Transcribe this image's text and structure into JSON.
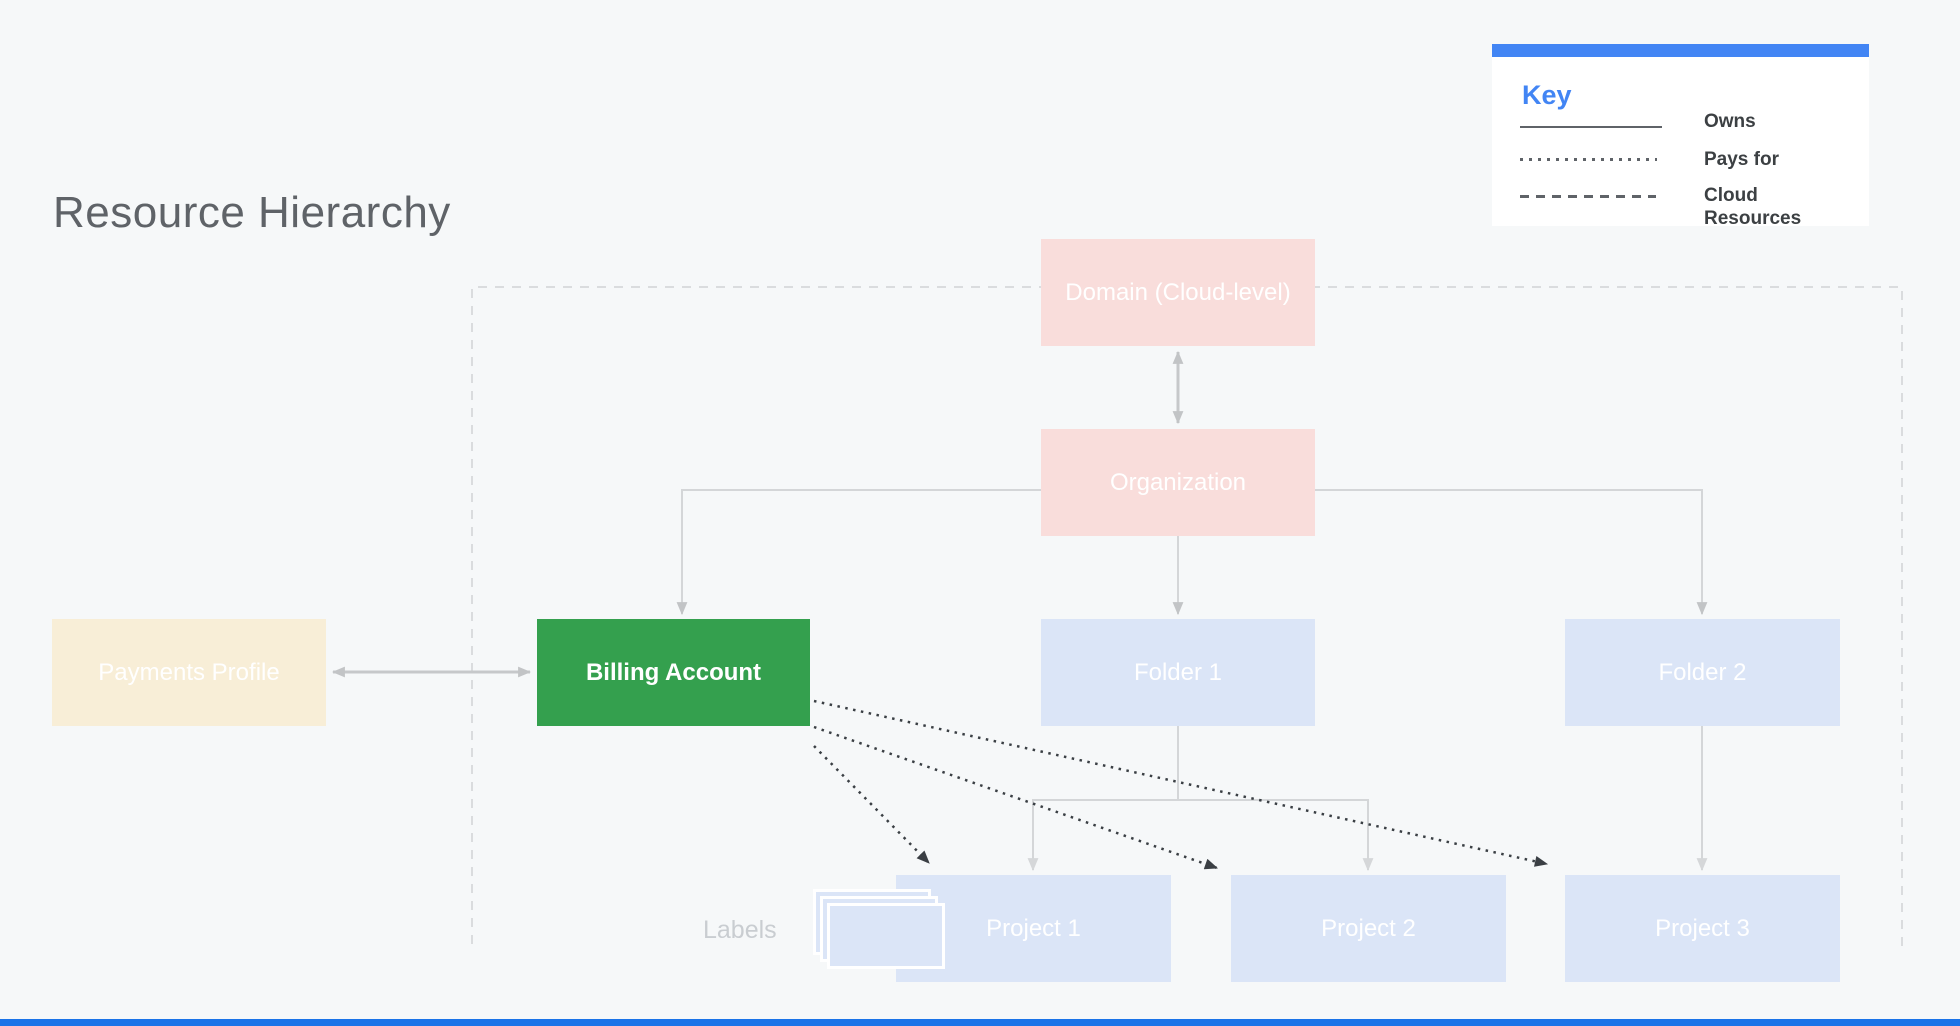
{
  "page": {
    "background_color": "#f6f8f9",
    "bottom_bar_color": "#1a73e8"
  },
  "title": "Resource Hierarchy",
  "key": {
    "heading": "Key",
    "accent_color": "#4285f4",
    "items": [
      {
        "line_style": "solid",
        "label": "Owns"
      },
      {
        "line_style": "dotted",
        "label": "Pays for"
      },
      {
        "line_style": "dashed",
        "label": "Cloud Resources"
      }
    ]
  },
  "nodes": {
    "domain": {
      "label": "Domain (Cloud-level)",
      "color": "#f9dddb",
      "text_color": "#ffffff"
    },
    "organization": {
      "label": "Organization",
      "color": "#f9dddb",
      "text_color": "#ffffff"
    },
    "payments_profile": {
      "label": "Payments Profile",
      "color": "#f8eed7",
      "text_color": "#ffffff"
    },
    "billing_account": {
      "label": "Billing Account",
      "color": "#34a04e",
      "text_color": "#ffffff"
    },
    "folder1": {
      "label": "Folder 1",
      "color": "#dbe5f7",
      "text_color": "#ffffff"
    },
    "folder2": {
      "label": "Folder 2",
      "color": "#dbe5f7",
      "text_color": "#ffffff"
    },
    "project1": {
      "label": "Project 1",
      "color": "#dbe5f7",
      "text_color": "#ffffff"
    },
    "project2": {
      "label": "Project 2",
      "color": "#dbe5f7",
      "text_color": "#ffffff"
    },
    "project3": {
      "label": "Project 3",
      "color": "#dbe5f7",
      "text_color": "#ffffff"
    }
  },
  "labels_tag": {
    "label": "Labels"
  },
  "edges": [
    {
      "from": "Domain (Cloud-level)",
      "to": "Organization",
      "type": "owns",
      "bidirectional": true
    },
    {
      "from": "Payments Profile",
      "to": "Billing Account",
      "type": "owns",
      "bidirectional": true
    },
    {
      "from": "Organization",
      "to": "Billing Account",
      "type": "owns"
    },
    {
      "from": "Organization",
      "to": "Folder 1",
      "type": "owns"
    },
    {
      "from": "Organization",
      "to": "Folder 2",
      "type": "owns"
    },
    {
      "from": "Folder 1",
      "to": "Project 1",
      "type": "owns"
    },
    {
      "from": "Folder 1",
      "to": "Project 2",
      "type": "owns"
    },
    {
      "from": "Folder 2",
      "to": "Project 3",
      "type": "owns"
    },
    {
      "from": "Billing Account",
      "to": "Project 1",
      "type": "pays_for"
    },
    {
      "from": "Billing Account",
      "to": "Project 2",
      "type": "pays_for"
    },
    {
      "from": "Billing Account",
      "to": "Project 3",
      "type": "pays_for"
    }
  ]
}
